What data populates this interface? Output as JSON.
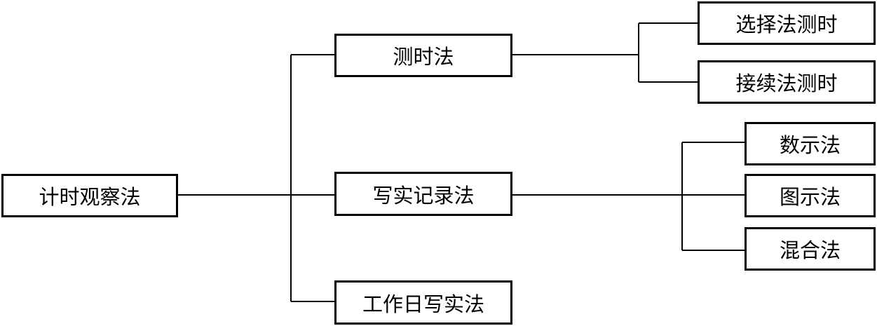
{
  "diagram": {
    "root": {
      "label": "计时观察法"
    },
    "children": [
      {
        "label": "测时法",
        "children": [
          {
            "label": "选择法测时"
          },
          {
            "label": "接续法测时"
          }
        ]
      },
      {
        "label": "写实记录法",
        "children": [
          {
            "label": "数示法"
          },
          {
            "label": "图示法"
          },
          {
            "label": "混合法"
          }
        ]
      },
      {
        "label": "工作日写实法"
      }
    ]
  },
  "colors": {
    "stroke": "#000000",
    "background": "#ffffff"
  }
}
